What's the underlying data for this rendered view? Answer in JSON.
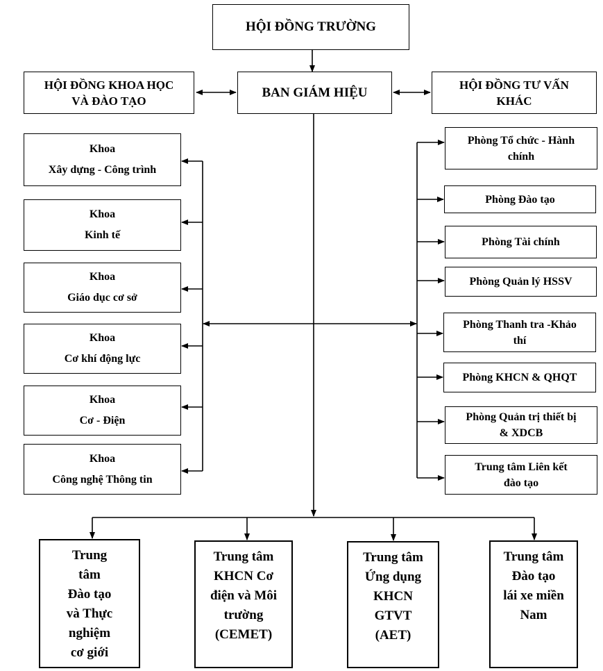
{
  "top": {
    "hoi_dong_truong": "HỘI ĐỒNG TRƯỜNG",
    "hd_khoa_hoc": "HỘI ĐỒNG KHOA HỌC\nVÀ ĐÀO TẠO",
    "ban_giam_hieu": "BAN GIÁM HIỆU",
    "hd_tu_van": "HỘI ĐỒNG TƯ VẤN\nKHÁC"
  },
  "khoa": [
    "Khoa\nXây dựng - Công trình",
    "Khoa\nKinh tế",
    "Khoa\nGiáo dục cơ sở",
    "Khoa\nCơ khí động lực",
    "Khoa\nCơ - Điện",
    "Khoa\nCông nghệ Thông tin"
  ],
  "phong": [
    "Phòng Tổ chức - Hành\nchính",
    "Phòng Đào tạo",
    "Phòng Tài chính",
    "Phòng Quản lý HSSV",
    "Phòng Thanh tra -Khảo\nthí",
    "Phòng KHCN & QHQT",
    "Phòng Quản trị thiết bị\n& XDCB",
    "Trung tâm Liên kết\nđào tạo"
  ],
  "trung_tam": [
    "Trung\ntâm\nĐào tạo\nvà Thực\nnghiệm\ncơ giới",
    "Trung tâm\nKHCN Cơ\nđiện và Môi\ntrường\n(CEMET)",
    "Trung tâm\nỨng dụng\nKHCN\nGTVT\n(AET)",
    "Trung tâm\nĐào tạo\nlái xe miền\nNam"
  ]
}
